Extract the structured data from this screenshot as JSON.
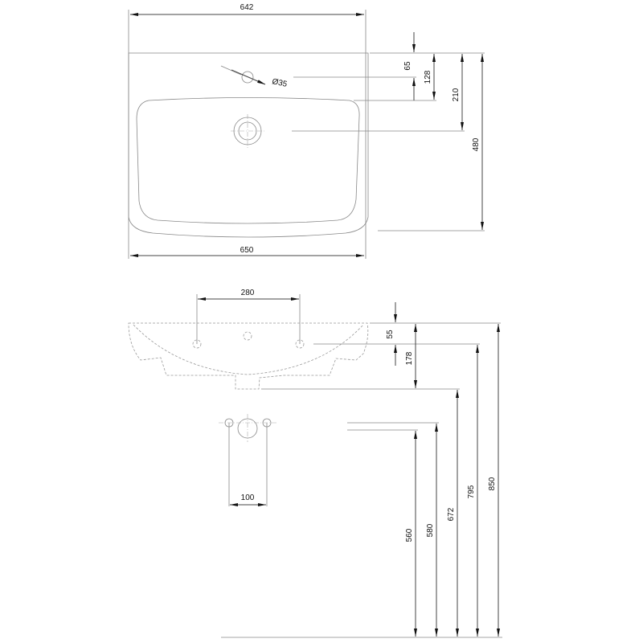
{
  "top_view": {
    "width_top": "642",
    "width_bottom": "650",
    "tap_hole": "Ø35",
    "dim_tap_hole": "65",
    "dim_bowl_edge": "128",
    "dim_drain": "210",
    "depth": "480"
  },
  "side_view": {
    "hole_spacing": "280",
    "dim_tap_hole": "55",
    "dim_basin_height": "178",
    "wall_plate_width": "100",
    "height_560": "560",
    "height_580": "580",
    "height_672": "672",
    "height_795": "795",
    "height_850": "850"
  }
}
